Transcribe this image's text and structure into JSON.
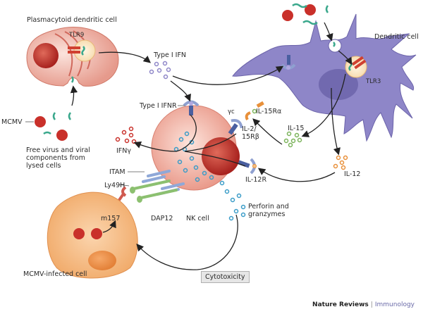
{
  "diagram": {
    "title": "NK cell activation during MCMV infection",
    "cells": {
      "pdc": "Plasmacytoid dendritic cell",
      "dc": "Dendritic cell",
      "nk": "NK cell",
      "infected": "MCMV-infected cell"
    },
    "labels": {
      "tlr9": "TLR9",
      "tlr3": "TLR3",
      "type1_ifn": "Type I IFN",
      "type1_ifnr": "Type I IFNR",
      "mcmv": "MCMV",
      "free_virus": "Free virus and viral\ncomponents from\nlysed cells",
      "gamma_c": "γc",
      "il15ra": "IL-15Rα",
      "il2_15rb": "IL-2/\n15Rβ",
      "il15": "IL-15",
      "ifng": "IFNγ",
      "itam": "ITAM",
      "il12r": "IL-12R",
      "il12": "IL-12",
      "ly49h": "Ly49H",
      "m157": "m157",
      "dap12": "DAP12",
      "perforin": "Perforin and\ngranzymes",
      "cytotoxicity": "Cytotoxicity"
    },
    "colors": {
      "pdc_fill": "#f2b8ae",
      "nucleus_red": "#c8362f",
      "dc_fill": "#8e86c8",
      "nk_fill": "#f4b5a8",
      "infected_fill": "#f6b982",
      "virus": "#c9302a",
      "viral_rna": "#3aa88c",
      "ifn_dot": "#8e86c8",
      "il15_dot": "#7bb35a",
      "il12_dot": "#e8903a",
      "ifng_dot": "#c9302a",
      "granule": "#3a9cc8",
      "receptor_blue": "#4a5fa0",
      "ly49h_green": "#8cc070"
    }
  },
  "footer": {
    "journal": "Nature Reviews",
    "section": "Immunology"
  }
}
